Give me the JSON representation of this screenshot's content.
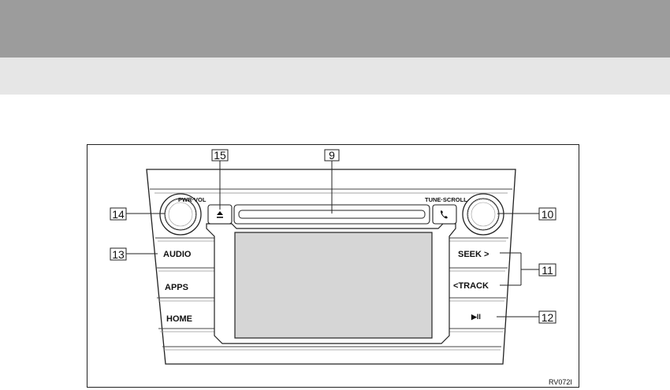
{
  "labels": {
    "pwr_vol": "PWR·VOL",
    "tune_scroll": "TUNE·SCROLL",
    "audio": "AUDIO",
    "apps": "APPS",
    "home": "HOME",
    "seek": "SEEK",
    "track": "TRACK",
    "play_pause": "▶II"
  },
  "callouts": {
    "c9": "9",
    "c10": "10",
    "c11": "11",
    "c12": "12",
    "c13": "13",
    "c14": "14",
    "c15": "15"
  },
  "figure_id": "RV072I"
}
